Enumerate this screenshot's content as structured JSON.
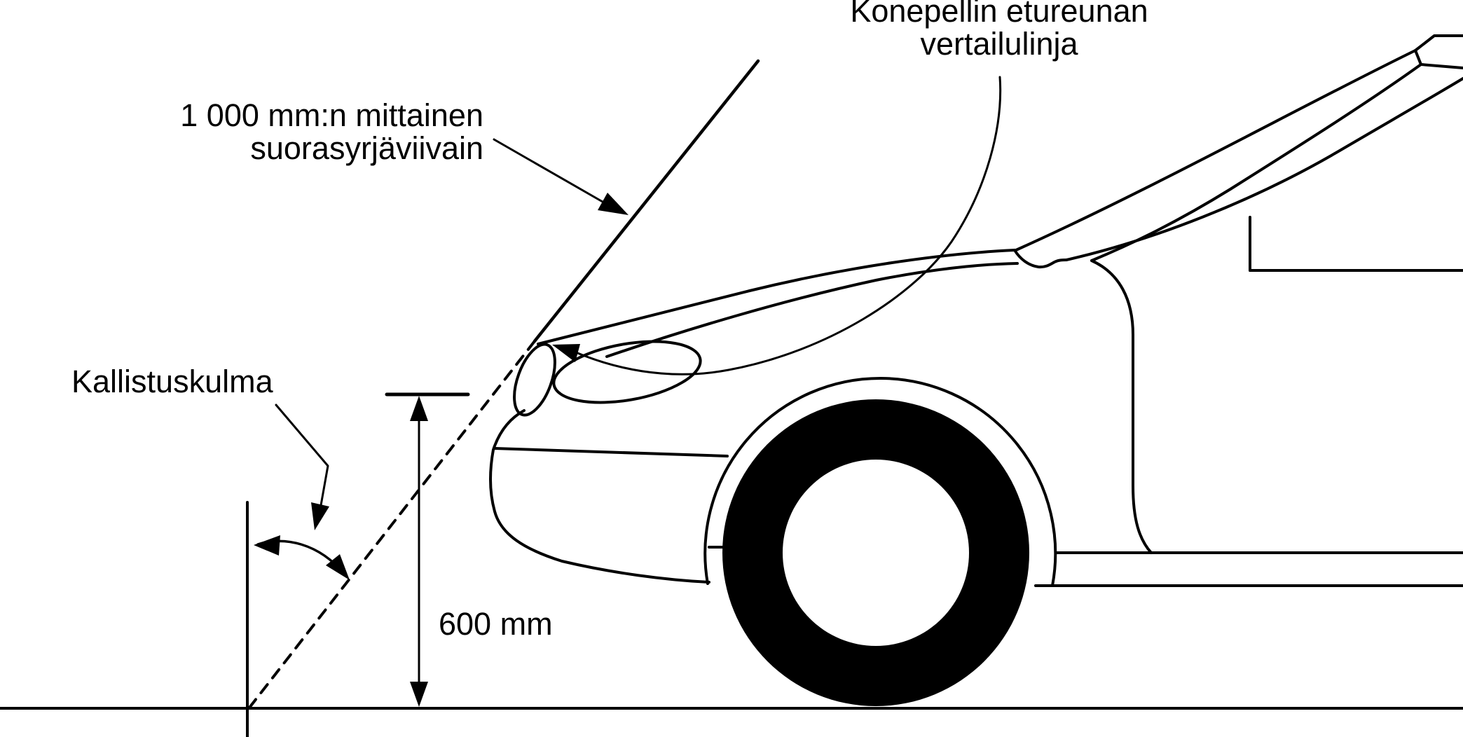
{
  "figure": {
    "type": "technical-diagram",
    "subject": "car-front-end-side-view-with-straightedge-measurement",
    "background_color": "#ffffff",
    "line_color": "#000000"
  },
  "labels": {
    "hood_reference_line": "Konepellin etureunan\nvertailulinja",
    "straightedge": "1 000 mm:n mittainen\nsuorasyrjäviivain",
    "tilt_angle": "Kallistuskulma",
    "height_dimension": "600 mm"
  },
  "measurements": {
    "straightedge_length": "1 000 mm",
    "reference_height": "600 mm"
  }
}
